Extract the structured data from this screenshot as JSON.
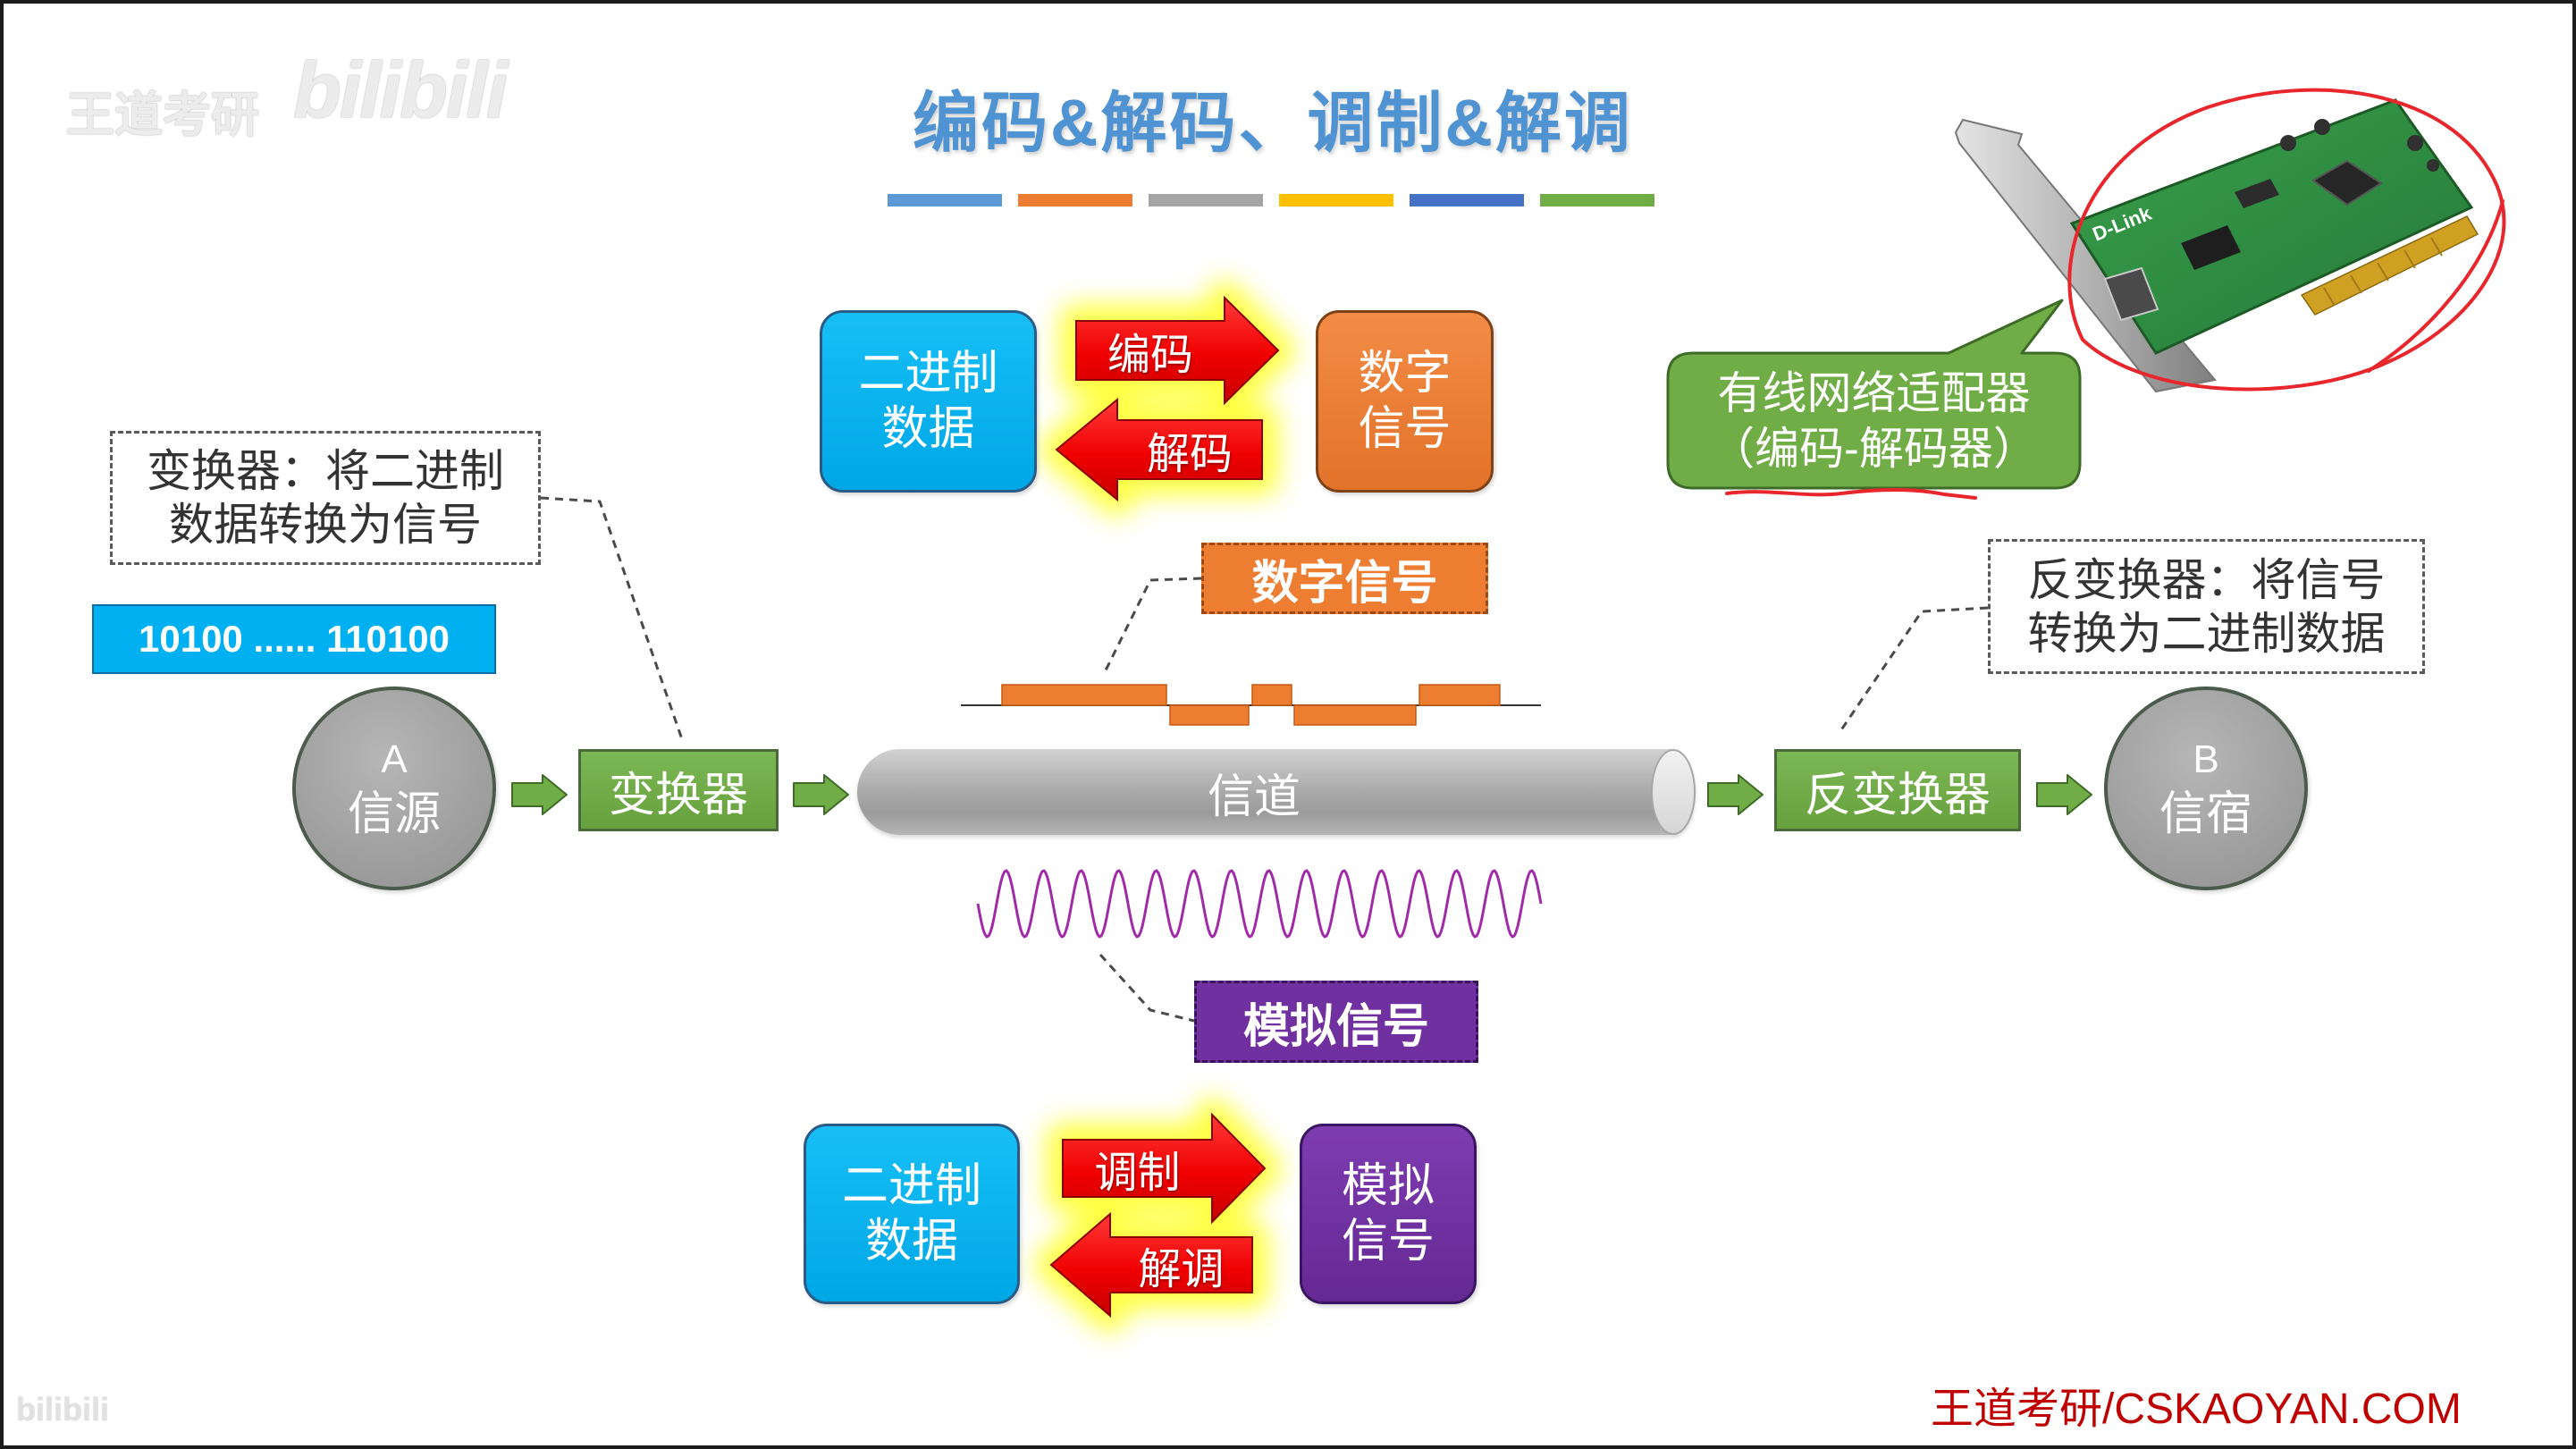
{
  "watermark": {
    "brand": "王道考研",
    "logo": "bilibili",
    "corner_logo": "bilibili"
  },
  "title": "编码&解码、调制&解调",
  "accent_bars": [
    "#5b9bd5",
    "#ed7d31",
    "#a5a5a5",
    "#ffc000",
    "#4472c4",
    "#70ad47"
  ],
  "encoding": {
    "binary_box": {
      "line1": "二进制",
      "line2": "数据"
    },
    "encode_label": "编码",
    "decode_label": "解码",
    "signal_box": {
      "line1": "数字",
      "line2": "信号"
    }
  },
  "modulation": {
    "binary_box": {
      "line1": "二进制",
      "line2": "数据"
    },
    "modulate_label": "调制",
    "demodulate_label": "解调",
    "signal_box": {
      "line1": "模拟",
      "line2": "信号"
    }
  },
  "nic_callout": {
    "line1": "有线网络适配器",
    "line2": "（编码-解码器）",
    "card_brand": "D-Link"
  },
  "converter_note": {
    "line1": "变换器：将二进制",
    "line2": "数据转换为信号"
  },
  "inverse_converter_note": {
    "line1": "反变换器：将信号",
    "line2": "转换为二进制数据"
  },
  "bitstream": "10100 ...... 110100",
  "pipeline": {
    "source": {
      "letter": "A",
      "label": "信源"
    },
    "converter": "变换器",
    "channel": "信道",
    "inverse_converter": "反变换器",
    "sink": {
      "letter": "B",
      "label": "信宿"
    }
  },
  "signal_labels": {
    "digital": "数字信号",
    "analog": "模拟信号"
  },
  "footer": "王道考研/CSKAOYAN.COM",
  "colors": {
    "title": "#4f93d2",
    "binary_box": "#00b0f0",
    "digital": "#ed7d31",
    "analog": "#7030a0",
    "pipeline_green": "#70ad47",
    "arrow_red": "#ff0000",
    "annotation_red": "#e8262b",
    "footer": "#c00000"
  }
}
